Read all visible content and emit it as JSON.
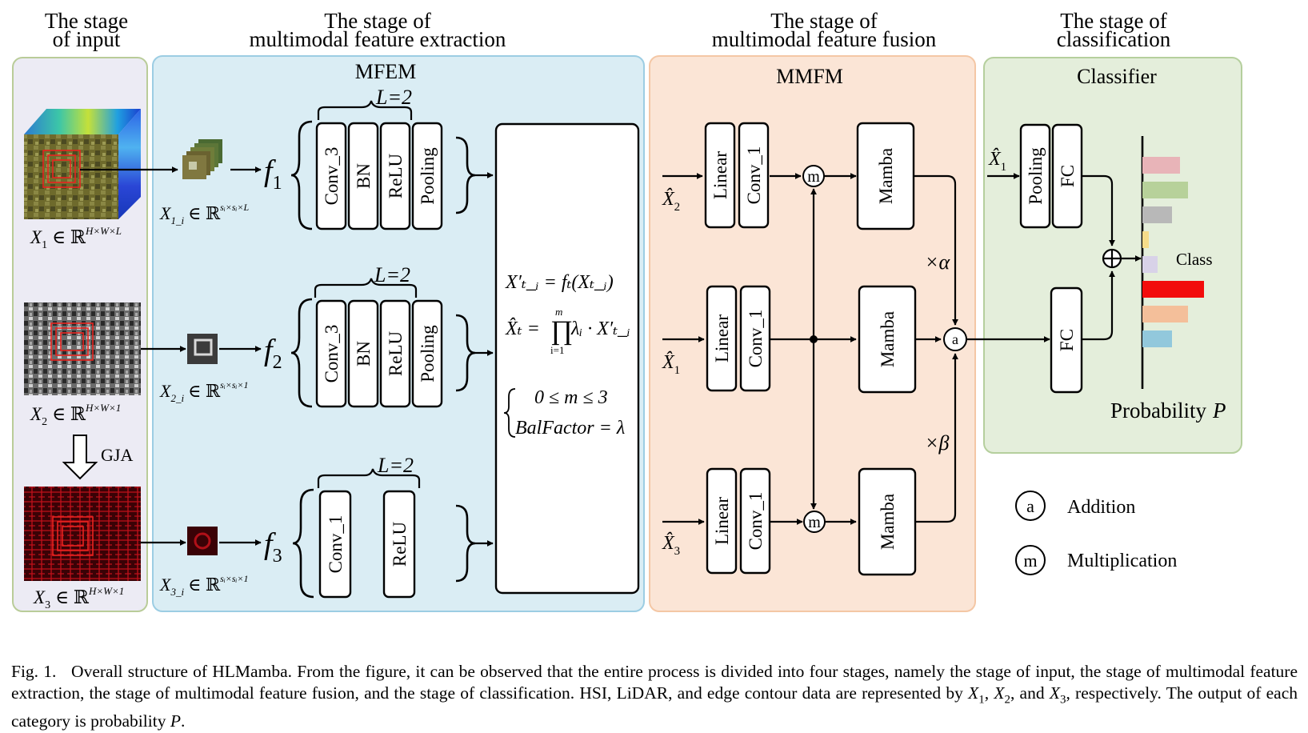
{
  "stage_headers": {
    "input": [
      "The stage",
      "of input"
    ],
    "extraction": [
      "The stage of",
      "multimodal feature extraction"
    ],
    "fusion": [
      "The stage of",
      "multimodal feature fusion"
    ],
    "classification": [
      "The stage of",
      "classification"
    ]
  },
  "panels": {
    "mfem_title": "MFEM",
    "mmfm_title": "MMFM",
    "classifier_title": "Classifier"
  },
  "extraction": {
    "branch1": [
      "Conv_3",
      "BN",
      "ReLU",
      "Pooling"
    ],
    "branch2": [
      "Conv_3",
      "BN",
      "ReLU",
      "Pooling"
    ],
    "branch3": [
      "Conv_1",
      "ReLU"
    ],
    "layer_count": "L=2",
    "func_f": "f",
    "func_sub": [
      "1",
      "2",
      "3"
    ]
  },
  "input": {
    "x1_main": "X",
    "x1_sub": "1",
    "x1_set": "∈ ℝ",
    "x1_sup": "H×W×L",
    "x2_main": "X",
    "x2_sub": "2",
    "x2_set": "∈ ℝ",
    "x2_sup": "H×W×1",
    "x3_main": "X",
    "x3_sub": "3",
    "x3_set": "∈ ℝ",
    "x3_sup": "H×W×1",
    "gja": "GJA",
    "patch1": "X",
    "patch1_sub": "1_i",
    "patch1_set": "∈ ℝ",
    "patch1_sup": "sᵢ×sᵢ×L",
    "patch2": "X",
    "patch2_sub": "2_i",
    "patch2_set": "∈ ℝ",
    "patch2_sup": "sᵢ×sᵢ×1",
    "patch3": "X",
    "patch3_sub": "3_i",
    "patch3_set": "∈ ℝ",
    "patch3_sup": "sᵢ×sᵢ×1"
  },
  "formulas": {
    "eq1": "X′ₜ_ᵢ = fₜ(Xₜ_ᵢ)",
    "eq2_lhs": "X̂ₜ =",
    "eq2_prod": "∏",
    "eq2_top": "m",
    "eq2_bottom": "i=1",
    "eq2_rhs": "λᵢ · X′ₜ_ᵢ",
    "cond1": "0 ≤ m ≤ 3",
    "cond2": "BalFactor = λ"
  },
  "fusion": {
    "linear": "Linear",
    "conv": "Conv_1",
    "mamba": "Mamba",
    "in1": "X̂",
    "in1_sub": "2",
    "in2": "X̂",
    "in2_sub": "1",
    "in3": "X̂",
    "in3_sub": "3",
    "alpha": "×α",
    "beta": "×β",
    "mult_symbol": "m",
    "add_symbol": "a"
  },
  "classifier": {
    "input": "X̂",
    "input_sub": "1",
    "pooling": "Pooling",
    "fc": "FC",
    "class_label": "Class",
    "probability_label": "Probability",
    "probability_symbol": "P"
  },
  "legend": {
    "addition_symbol": "a",
    "addition_label": "Addition",
    "multiplication_symbol": "m",
    "multiplication_label": "Multiplication"
  },
  "probability_bars": {
    "values": [
      0.47,
      0.57,
      0.37,
      0.08,
      0.19,
      0.77,
      0.57,
      0.37
    ],
    "colors": [
      "#e8b4b8",
      "#b7d19a",
      "#b8b8b8",
      "#f6dc8a",
      "#d8d2e8",
      "#f20c0c",
      "#f4bf9a",
      "#92c8dc"
    ]
  },
  "caption": {
    "fig": "Fig. 1.",
    "text1": "Overall structure of HLMamba. From the figure, it can be observed that the entire process is divided into four stages, namely the stage of input, the stage of multimodal feature extraction, the stage of multimodal feature fusion, and the stage of classification. HSI, LiDAR, and edge contour data are represented by",
    "x": "X",
    "s1": "1",
    "s2": "2",
    "s3": "3",
    "text2": ",",
    "text3": ", and",
    "text4": ", respectively. The output of each category is probability",
    "p": "P",
    "text5": "."
  },
  "colors": {
    "input_bg": "#ecebf4",
    "input_border": "#b9cc99",
    "mfem_bg": "#daedf4",
    "mfem_border": "#9ccde3",
    "mmfm_bg": "#fbe5d6",
    "mmfm_border": "#f4c7a5",
    "clf_bg": "#e4eedb",
    "clf_border": "#b5cf9d"
  }
}
